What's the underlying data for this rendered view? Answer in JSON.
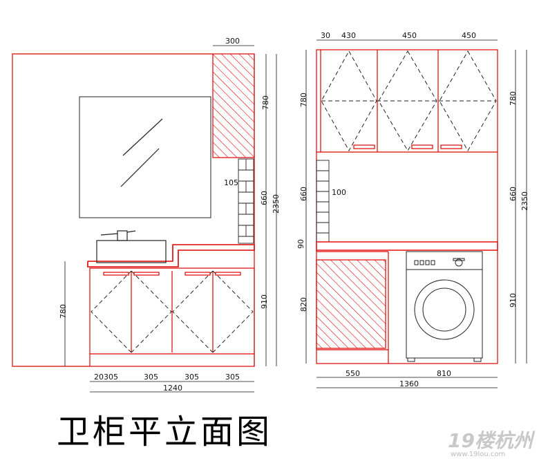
{
  "title": "卫柜平立面图",
  "watermark": {
    "logo": "19楼杭州",
    "site": "www.19lou.com"
  },
  "colors": {
    "line": "#e00000",
    "dark": "#222222",
    "dim_text": "#111111"
  },
  "left_view": {
    "dims_top": "300",
    "dims_right": [
      "780",
      "660",
      "2350",
      "910"
    ],
    "dims_left": [
      "780"
    ],
    "dims_inner": [
      "105"
    ],
    "dims_bottom": [
      "20305",
      "305",
      "305",
      "305"
    ],
    "dims_total": "1240"
  },
  "right_view": {
    "dims_top": [
      "30",
      "430",
      "450",
      "450"
    ],
    "dims_left": [
      "780",
      "660",
      "90",
      "820"
    ],
    "dims_right": [
      "780",
      "660",
      "2350",
      "910"
    ],
    "dims_inner": [
      "100"
    ],
    "dims_bottom": [
      "550",
      "810"
    ],
    "dims_total": "1360"
  }
}
